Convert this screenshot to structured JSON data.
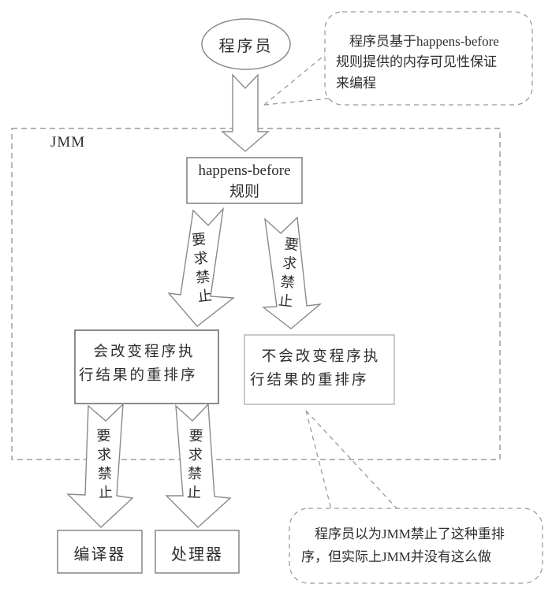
{
  "diagram": {
    "nodes": {
      "programmer": "程序员",
      "jmm": "JMM",
      "happens_before": "happens-before\n规则",
      "will_change": "会改变程序执\n行结果的重排序",
      "wont_change": "不会改变程序执\n行结果的重排序",
      "compiler": "编译器",
      "processor": "处理器"
    },
    "arrow_labels": [
      "要求禁止",
      "要求禁止",
      "要求禁止",
      "要求禁止"
    ],
    "callouts": {
      "top": "程序员基于happens-before\n规则提供的内存可见性保证\n来编程",
      "bottom": "程序员以为JMM禁止了这种重排\n序，但实际上JMM并没有这么做"
    },
    "colors": {
      "line": "#8a8a8a",
      "dashed_line": "#9b9b9b",
      "text": "#2d2d2d",
      "background": "#ffffff"
    }
  }
}
